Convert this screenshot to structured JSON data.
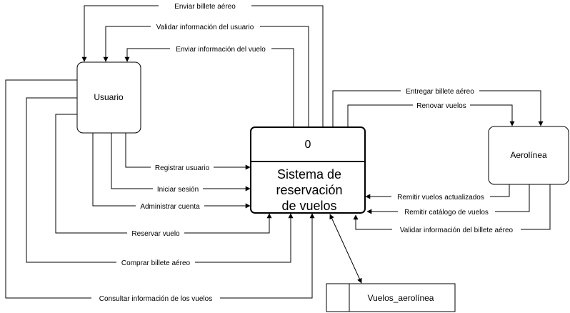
{
  "entities": {
    "usuario": "Usuario",
    "aerolinea": "Aerolínea"
  },
  "process": {
    "id": "0",
    "name_lines": [
      "Sistema de",
      "reservación",
      "de vuelos"
    ]
  },
  "datastore": {
    "name": "Vuelos_aerolínea"
  },
  "flows": {
    "enviar_billete": "Enviar billete aéreo",
    "validar_usuario": "Validar información del usuario",
    "enviar_info_vuelo": "Enviar información del vuelo",
    "registrar_usuario": "Registrar usuario",
    "iniciar_sesion": "Iniciar sesión",
    "administrar_cuenta": "Administrar cuenta",
    "reservar_vuelo": "Reservar vuelo",
    "comprar_billete": "Comprar billete aéreo",
    "consultar_info": "Consultar información de los vuelos",
    "entregar_billete": "Entregar billete aéreo",
    "renovar_vuelos": "Renovar vuelos",
    "remitir_actualizados": "Remitir vuelos actualizados",
    "remitir_catalogo": "Remitir catálogo de vuelos",
    "validar_billete": "Validar información del billete aéreo"
  }
}
